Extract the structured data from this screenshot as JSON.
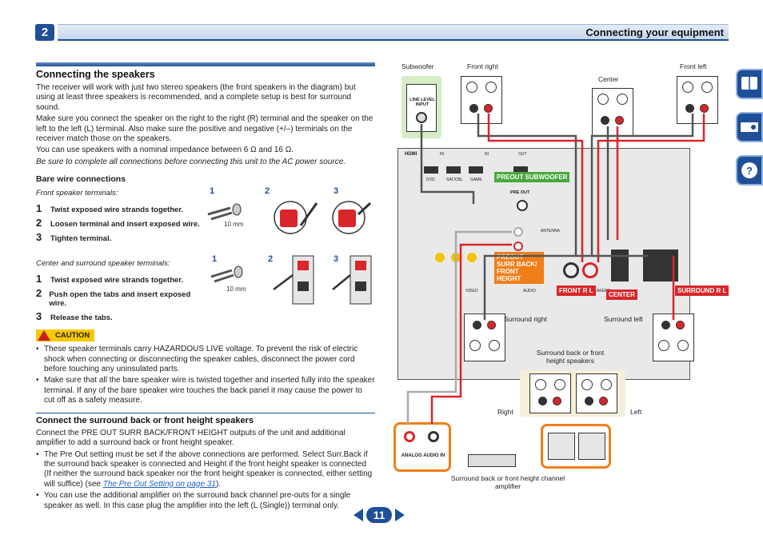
{
  "header": {
    "chapter": "2",
    "title": "Connecting your equipment"
  },
  "speakers_section": {
    "title": "Connecting the speakers",
    "paragraphs": [
      "The receiver will work with just two stereo speakers (the front speakers in the diagram) but using at least three speakers is recommended, and a complete setup is best for surround sound.",
      "Make sure you connect the speaker on the right to the right (R) terminal and the speaker on the left to the left (L) terminal. Also make sure the positive and negative (+/–) terminals on the receiver match those on the speakers.",
      "You can use speakers with a nominal impedance between 6 Ω and 16 Ω."
    ],
    "note": "Be sure to complete all connections before connecting this unit to the AC power source."
  },
  "bare_wire": {
    "title": "Bare wire connections",
    "front_caption": "Front speaker terminals:",
    "front_steps": [
      {
        "num": "1",
        "text": "Twist exposed wire strands together."
      },
      {
        "num": "2",
        "text": "Loosen terminal and insert exposed wire."
      },
      {
        "num": "3",
        "text": "Tighten terminal."
      }
    ],
    "center_caption": "Center and surround speaker terminals:",
    "center_steps": [
      {
        "num": "1",
        "text": "Twist exposed wire strands together."
      },
      {
        "num": "2",
        "text": "Push open the tabs and insert exposed wire."
      },
      {
        "num": "3",
        "text": "Release the tabs."
      }
    ],
    "figure_nums": [
      "1",
      "2",
      "3"
    ],
    "length_label": "10 mm"
  },
  "caution": {
    "label": "CAUTION",
    "bullets": [
      "These speaker terminals carry HAZARDOUS LIVE voltage. To prevent the risk of electric shock when connecting or disconnecting the speaker cables, disconnect the power cord before touching any uninsulated parts.",
      "Make sure that all the bare speaker wire is twisted together and inserted fully into the speaker terminal. If any of the bare speaker wire touches the back panel it may cause the power to cut off as a safety measure."
    ]
  },
  "surround_section": {
    "title": "Connect the surround back or front height speakers",
    "intro": "Connect the PRE OUT SURR BACK/FRONT HEIGHT outputs of the unit and additional amplifier to add a surround back or front height speaker.",
    "bullet1": "The Pre Out setting must be set if the above connections are performed. Select Surr.Back if the surround back speaker is connected and Height if the front height speaker is connected (If neither the surround back speaker nor the front height speaker is connected, either setting will suffice) (see ",
    "bullet1_link": "The Pre Out Setting on page 31",
    "bullet1_end": ").",
    "bullet2": "You can use the additional amplifier on the surround back channel pre-outs for a single speaker as well. In this case plug the amplifier into the left (L (Single)) terminal only."
  },
  "diagram": {
    "subwoofer": "Subwoofer",
    "line_level_input": "LINE LEVEL INPUT",
    "front_right": "Front right",
    "center": "Center",
    "front_left": "Front left",
    "surround_right": "Surround right",
    "surround_left": "Surround left",
    "surround_back_height": "Surround back or front height speakers",
    "right": "Right",
    "left": "Left",
    "amplifier": "Surround back or front height channel amplifier",
    "analog_audio_in": "ANALOG AUDIO IN",
    "tags": {
      "preout_sub": "PREOUT SUBWOOFER",
      "preout_surr": "PREOUT SURR BACK/ FRONT HEIGHT",
      "front": "FRONT R L",
      "center": "CENTER",
      "surround": "SURROUND R L"
    },
    "panel_labels": [
      "HDMI",
      "IN",
      "IN",
      "OUT",
      "DVD",
      "SAT/CBL",
      "GAME",
      "PRE OUT",
      "ANTENNA",
      "VIDEO",
      "AUDIO",
      "SPEAKERS"
    ]
  },
  "page": {
    "number": "11"
  },
  "colors": {
    "accent": "#1e4f97",
    "tag_orange": "#f07f1a",
    "caution": "#f7c900"
  }
}
